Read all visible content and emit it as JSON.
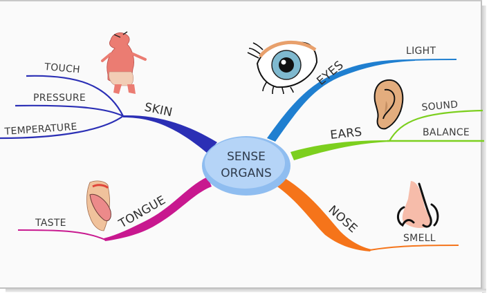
{
  "title": "SENSE ORGANS",
  "center": {
    "line1": "SENSE",
    "line2": "ORGANS",
    "fill": "#a9cdf5"
  },
  "branches": [
    {
      "id": "skin",
      "label": "SKIN",
      "color": "#2b2fb5",
      "illustration": "person-back-icon",
      "children": [
        "TOUCH",
        "PRESSURE",
        "TEMPERATURE"
      ]
    },
    {
      "id": "eyes",
      "label": "EYES",
      "color": "#1f7fd0",
      "illustration": "eye-icon",
      "children": [
        "LIGHT"
      ]
    },
    {
      "id": "ears",
      "label": "EARS",
      "color": "#7ccf1e",
      "illustration": "ear-icon",
      "children": [
        "SOUND",
        "BALANCE"
      ]
    },
    {
      "id": "tongue",
      "label": "TONGUE",
      "color": "#c8188f",
      "illustration": "tongue-icon",
      "children": [
        "TASTE"
      ]
    },
    {
      "id": "nose",
      "label": "NOSE",
      "color": "#f5741a",
      "illustration": "nose-icon",
      "children": [
        "SMELL"
      ]
    }
  ]
}
